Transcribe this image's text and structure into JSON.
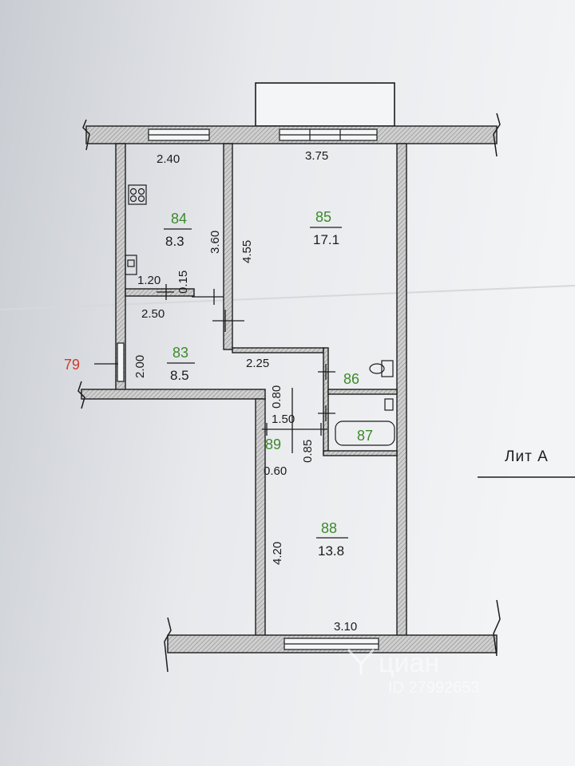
{
  "rooms": [
    {
      "number": "84",
      "area": "8.3"
    },
    {
      "number": "85",
      "area": "17.1"
    },
    {
      "number": "83",
      "area": "8.5"
    },
    {
      "number": "86"
    },
    {
      "number": "87"
    },
    {
      "number": "89"
    },
    {
      "number": "88",
      "area": "13.8"
    }
  ],
  "dimensions": {
    "d_2_40": "2.40",
    "d_3_75": "3.75",
    "d_3_60": "3.60",
    "d_4_55": "4.55",
    "d_1_20": "1.20",
    "d_0_15": "0.15",
    "d_2_50": "2.50",
    "d_2_00": "2.00",
    "d_2_25": "2.25",
    "d_0_80": "0.80",
    "d_1_50": "1.50",
    "d_0_85": "0.85",
    "d_0_60": "0.60",
    "d_4_20": "4.20",
    "d_3_10": "3.10"
  },
  "marker_79": "79",
  "lit_label": "Лит А",
  "watermark": {
    "brand": "циан",
    "id": "ID 27992653"
  },
  "colors": {
    "room_number": "#3c8a2c",
    "marker": "#d03a2c",
    "wall_fill": "#bdbdbd",
    "paper": "#eef0f3"
  }
}
